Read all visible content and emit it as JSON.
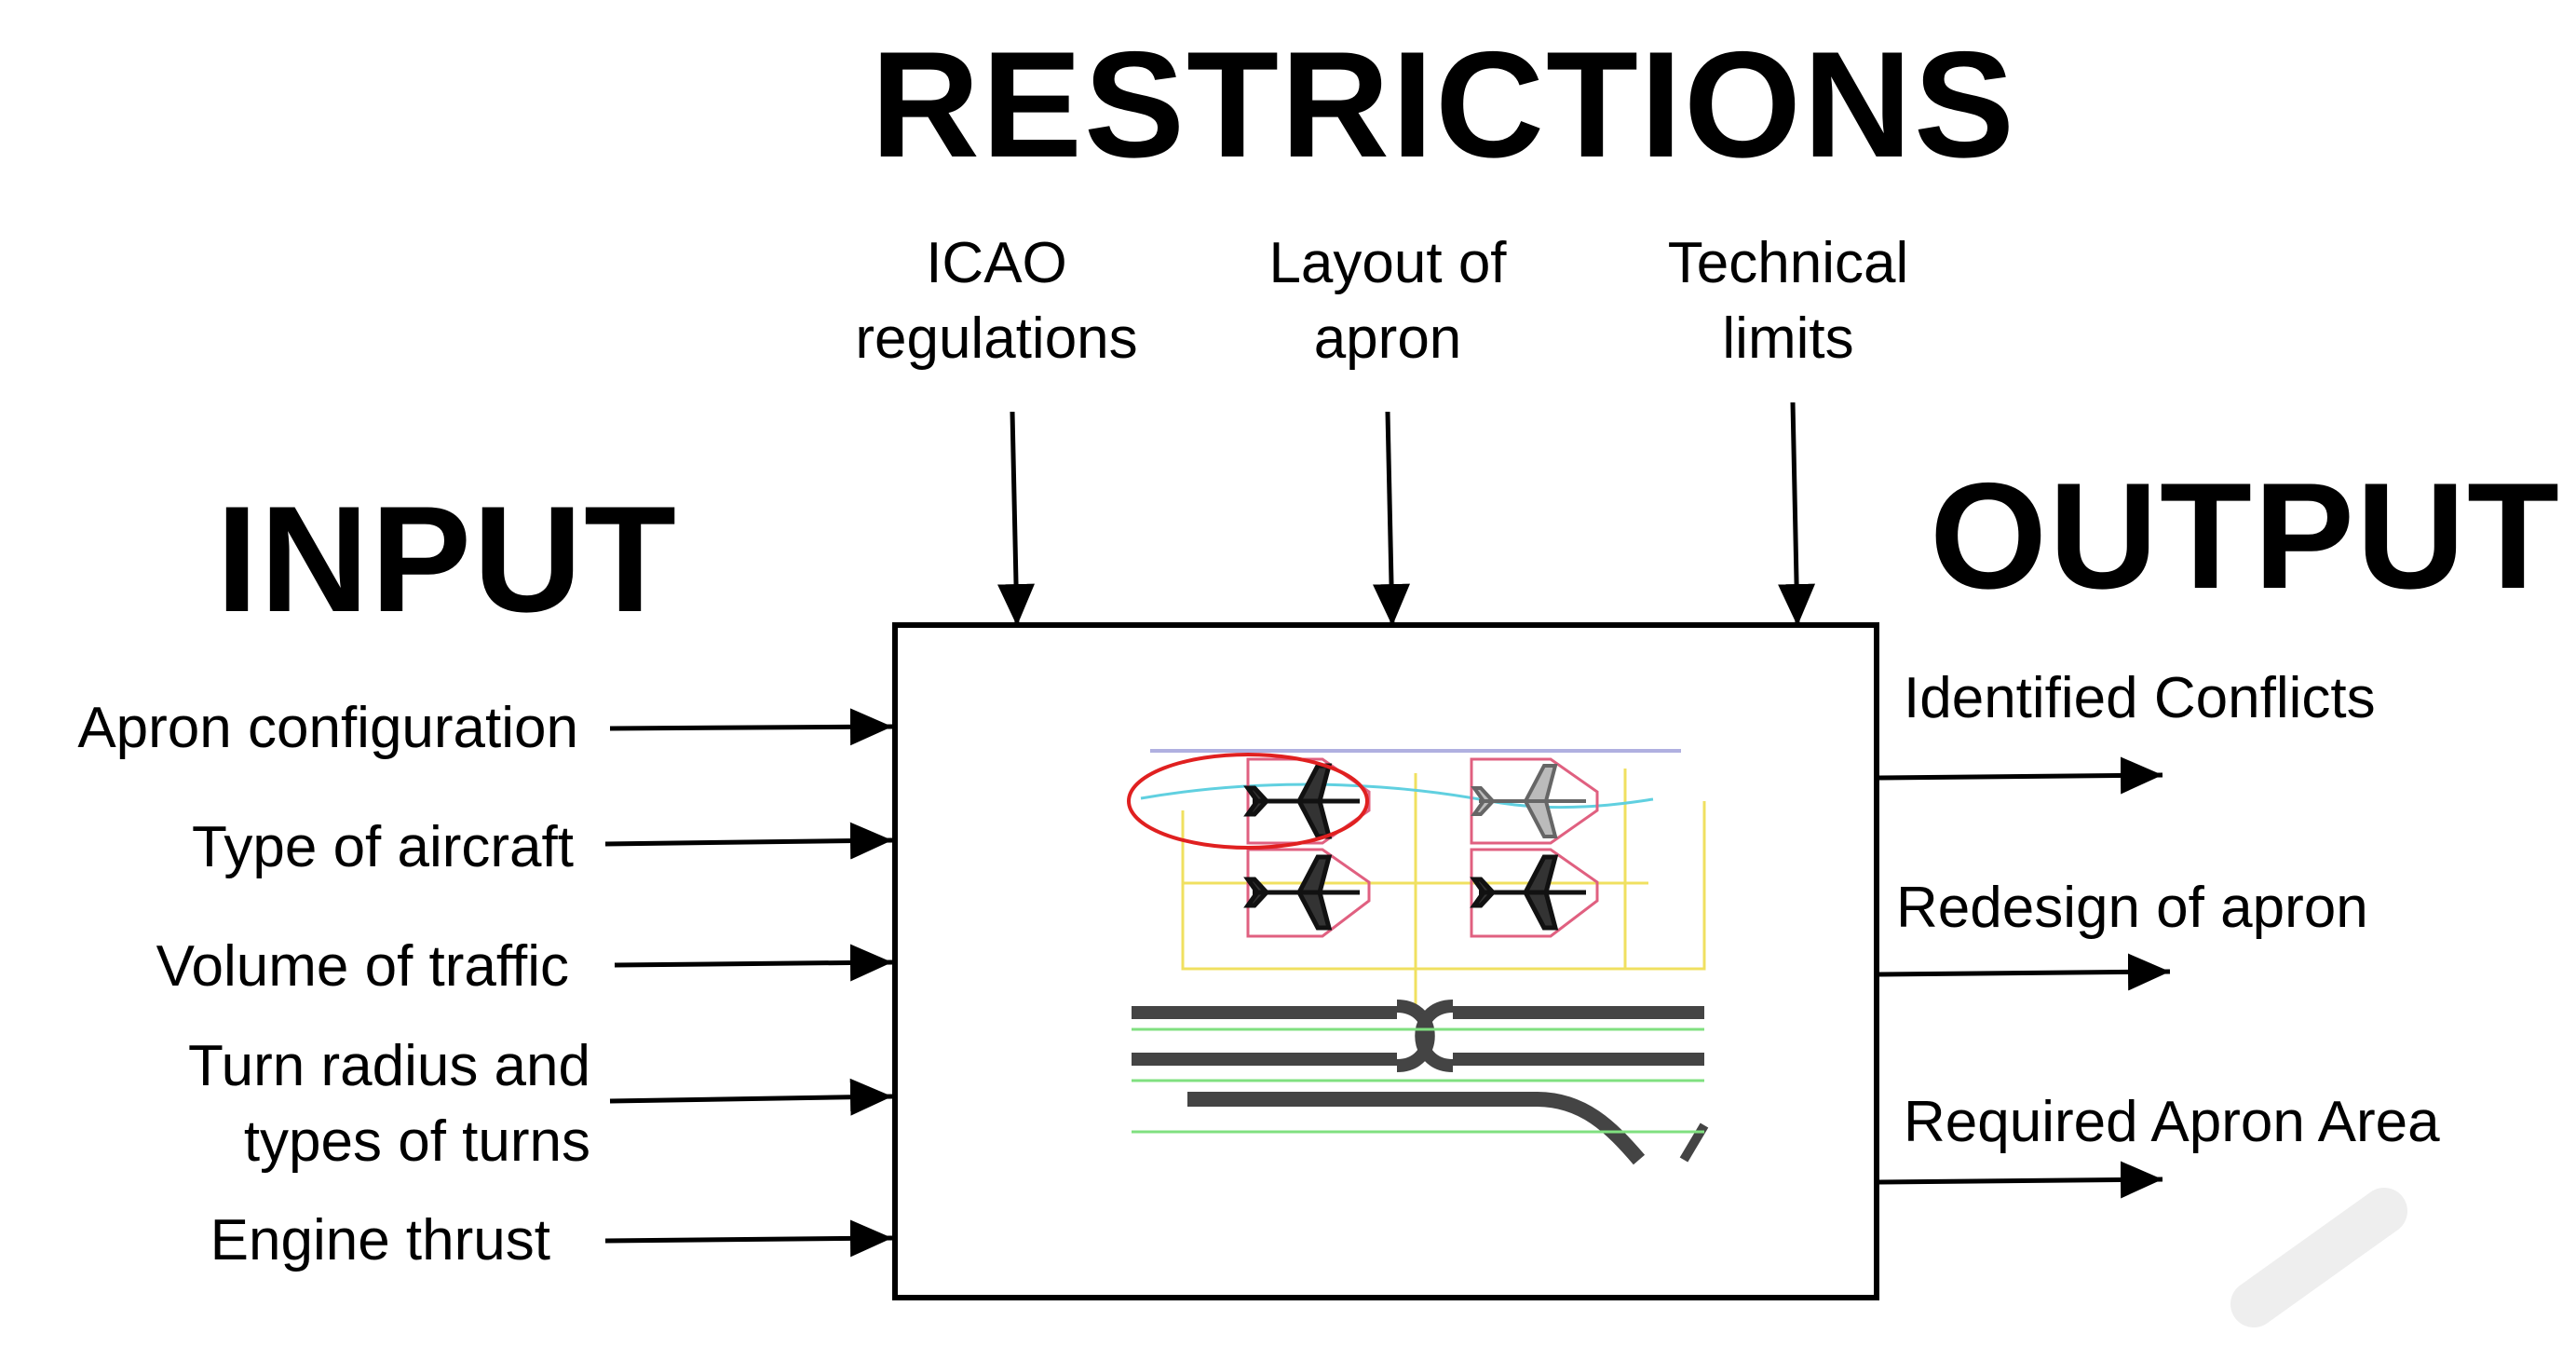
{
  "headings": {
    "restrictions": "RESTRICTIONS",
    "input": "INPUT",
    "output": "OUTPUT"
  },
  "restrictions": [
    {
      "line1": "ICAO",
      "line2": "regulations"
    },
    {
      "line1": "Layout of",
      "line2": "apron"
    },
    {
      "line1": "Technical",
      "line2": "limits"
    }
  ],
  "inputs": [
    {
      "line1": "Apron configuration"
    },
    {
      "line1": "Type of aircraft"
    },
    {
      "line1": "Volume of traffic"
    },
    {
      "line1": "Turn radius and",
      "line2": "types of turns"
    },
    {
      "line1": "Engine thrust"
    }
  ],
  "outputs": [
    {
      "line1": "Identified Conflicts"
    },
    {
      "line1": "Redesign of apron"
    },
    {
      "line1": "Required Apron Area"
    }
  ],
  "colors": {
    "text": "#000000",
    "arrow": "#000000",
    "stand_outline": "#e06080",
    "taxi_line": "#f0e060",
    "highlight_ellipse": "#e02020",
    "service_line": "#60d0e0",
    "top_line": "#b0b0e0",
    "green_line": "#80e080"
  }
}
